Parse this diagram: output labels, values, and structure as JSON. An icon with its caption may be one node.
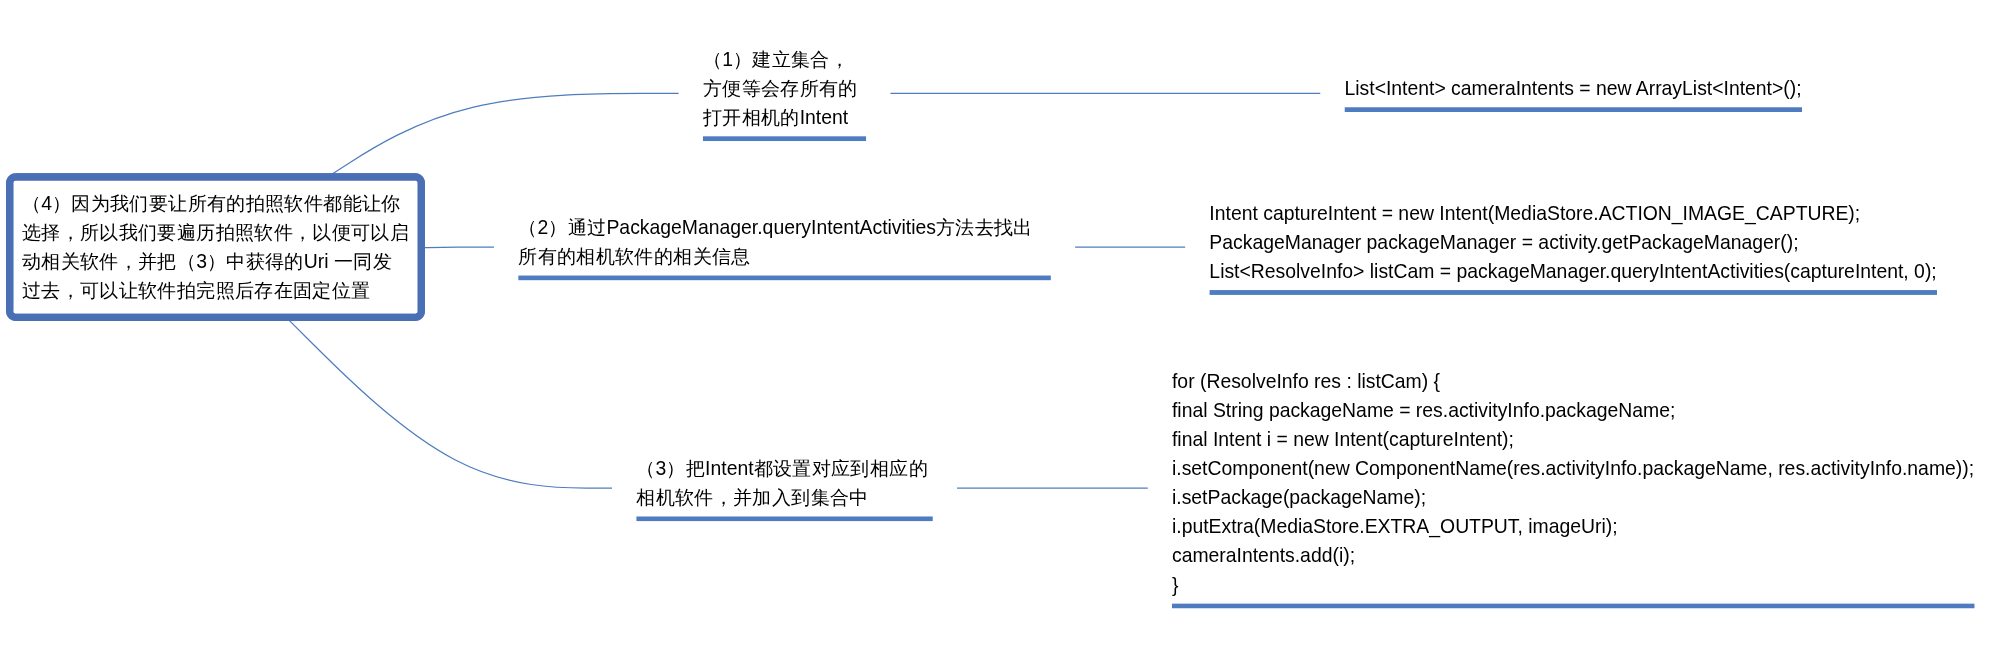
{
  "diagram": {
    "nodes": [
      {
        "text": [
          "（4）因为我们要让所有的拍照软件都能让你选择，所以我们要遍历拍照软件，以便可以启动相关软件，并把（3）中获得的Uri 一同发过去，可以让软件拍完照后存在固定位置"
        ]
      },
      {
        "text": [
          "（1）建立集合，方便等会存所有的打开相机的Intent"
        ]
      },
      {
        "text": [
          "List<Intent> cameraIntents = new ArrayList<Intent>();"
        ]
      },
      {
        "text": [
          "（2）通过PackageManager.queryIntentActivities方法去找出所有的相机软件的相关信息"
        ]
      },
      {
        "text": [
          "Intent captureIntent = new Intent(MediaStore.ACTION_IMAGE_CAPTURE);",
          "PackageManager packageManager = activity.getPackageManager();",
          "List<ResolveInfo> listCam = packageManager.queryIntentActivities(captureIntent, 0);"
        ]
      },
      {
        "text": [
          "（3）把Intent都设置对应到相应的相机软件，并加入到集合中"
        ]
      },
      {
        "text": [
          "for (ResolveInfo res : listCam) {",
          "final String packageName = res.activityInfo.packageName;",
          "final Intent i = new Intent(captureIntent);",
          "i.setComponent(new ComponentName(res.activityInfo.packageName, res.activityInfo.name));",
          "i.setPackage(packageName);",
          "i.putExtra(MediaStore.EXTRA_OUTPUT, imageUri);",
          "cameraIntents.add(i);",
          "}"
        ]
      }
    ],
    "edges": [
      {
        "from": 0,
        "to": 1,
        "arrow": "none"
      },
      {
        "from": 1,
        "to": 2,
        "arrow": "none"
      },
      {
        "from": 0,
        "to": 3,
        "arrow": "none"
      },
      {
        "from": 3,
        "to": 4,
        "arrow": "none"
      },
      {
        "from": 0,
        "to": 5,
        "arrow": "none"
      },
      {
        "from": 5,
        "to": 6,
        "arrow": "none"
      }
    ]
  }
}
